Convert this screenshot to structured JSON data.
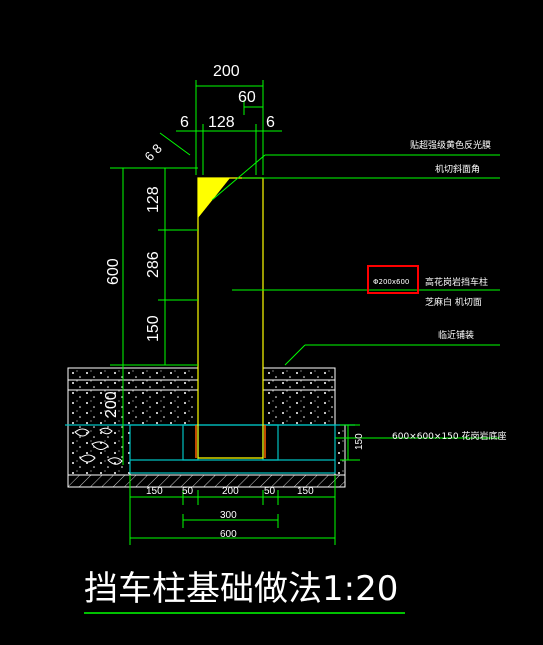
{
  "drawing": {
    "title": "挡车柱基础做法1:20",
    "colors": {
      "background": "#000000",
      "dim_line": "#00ff00",
      "post_outline": "#ffff00",
      "reflector": "#ffff00",
      "concrete": "#00c0c0",
      "highlight_box": "#ff0000",
      "leader": "#00ff00",
      "text": "#ffffff",
      "rebar": "#ff6000"
    },
    "dims_top": {
      "overall": "200",
      "right_gap": "60",
      "left_edge": "6",
      "center": "128",
      "right_edge": "6",
      "chamfer": "6 8"
    },
    "dims_left": {
      "total": "600",
      "top": "128",
      "mid": "286",
      "low": "150",
      "below": "200"
    },
    "dims_bottom": {
      "b1": "150",
      "b2": "50",
      "b3": "200",
      "b4": "50",
      "b5": "150",
      "inner": "300",
      "overall": "600"
    },
    "dims_right": {
      "base_h": "150"
    },
    "annotations": {
      "reflector": "贴超强级黄色反光膜",
      "chamfer": "机切斜面角",
      "size": "Φ200x600",
      "post": "高花岗岩挡车柱",
      "finish": "芝麻白 机切面",
      "pavement": "临近铺装",
      "footing": "600×600×150 花岗岩底座"
    }
  }
}
